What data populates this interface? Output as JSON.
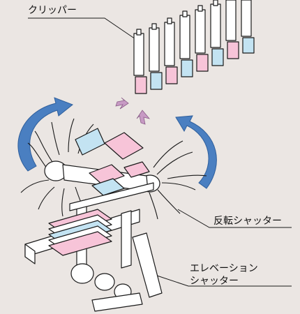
{
  "labels": {
    "clipper": "クリッパー",
    "reversing_shutter": "反転シャッター",
    "elevation_shutter_line1": "エレベーション",
    "elevation_shutter_line2": "シャッター"
  },
  "colors": {
    "background": "#ebe6e3",
    "line": "#1a1a1a",
    "pink_paper": "#f7c4d8",
    "blue_paper": "#c3e3f2",
    "rotation_arrow": "#4a7fc1",
    "feed_arrow": "#c79ac4"
  }
}
